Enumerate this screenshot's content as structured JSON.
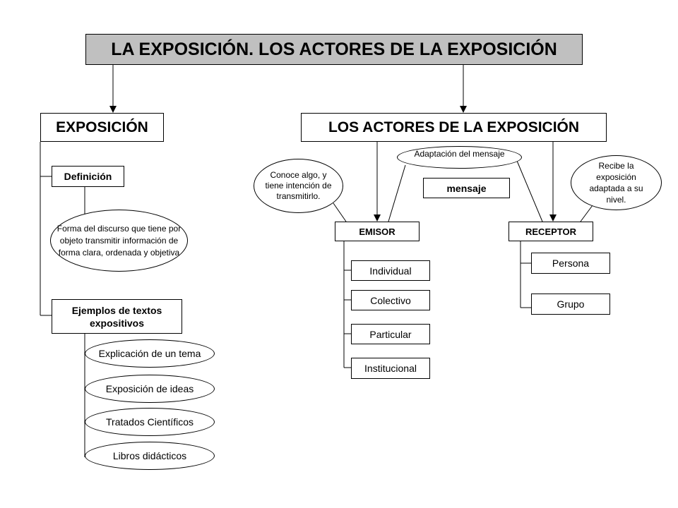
{
  "title": "LA EXPOSICIÓN. LOS ACTORES DE LA EXPOSICIÓN",
  "left": {
    "heading": "EXPOSICIÓN",
    "definicion_label": "Definición",
    "definicion_text": "Forma del discurso que tiene por objeto transmitir información de forma clara, ordenada y objetiva",
    "ejemplos_label": "Ejemplos de textos expositivos",
    "ejemplos": [
      "Explicación de un tema",
      "Exposición de ideas",
      "Tratados Científicos",
      "Libros didácticos"
    ]
  },
  "right": {
    "heading": "LOS ACTORES DE LA EXPOSICIÓN",
    "emisor": "EMISOR",
    "receptor": "RECEPTOR",
    "mensaje": "mensaje",
    "emisor_note": "Conoce algo, y tiene intención de transmitirlo.",
    "mensaje_note": "Adaptación del mensaje",
    "receptor_note": "Recibe la exposición adaptada a su nivel.",
    "emisor_tipos": [
      "Individual",
      "Colectivo",
      "Particular",
      "Institucional"
    ],
    "receptor_tipos": [
      "Persona",
      "Grupo"
    ]
  }
}
